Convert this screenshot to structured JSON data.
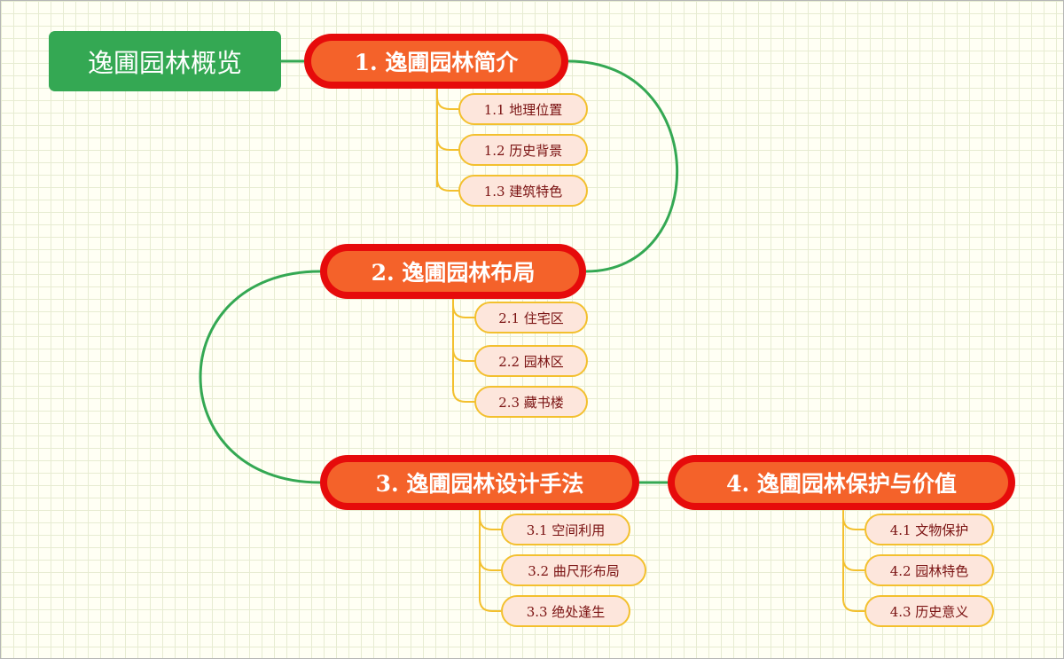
{
  "root": {
    "label": "逸圃园林概览"
  },
  "branches": [
    {
      "label": "1. 逸圃园林简介",
      "children": [
        "1.1 地理位置",
        "1.2 历史背景",
        "1.3 建筑特色"
      ]
    },
    {
      "label": "2. 逸圃园林布局",
      "children": [
        "2.1 住宅区",
        "2.2 园林区",
        "2.3 藏书楼"
      ]
    },
    {
      "label": "3. 逸圃园林设计手法",
      "children": [
        "3.1 空间利用",
        "3.2 曲尺形布局",
        "3.3 绝处逢生"
      ]
    },
    {
      "label": "4. 逸圃园林保护与价值",
      "children": [
        "4.1 文物保护",
        "4.2 园林特色",
        "4.3 历史意义"
      ]
    }
  ],
  "colors": {
    "root_fill": "#34a853",
    "main_outer": "#e60b0b",
    "main_inner": "#f4622a",
    "sub_fill": "#fde6dc",
    "sub_border": "#f3c02e",
    "sub_text": "#7a1212",
    "trunk_line": "#34a853",
    "branch_line": "#f3c02e"
  }
}
